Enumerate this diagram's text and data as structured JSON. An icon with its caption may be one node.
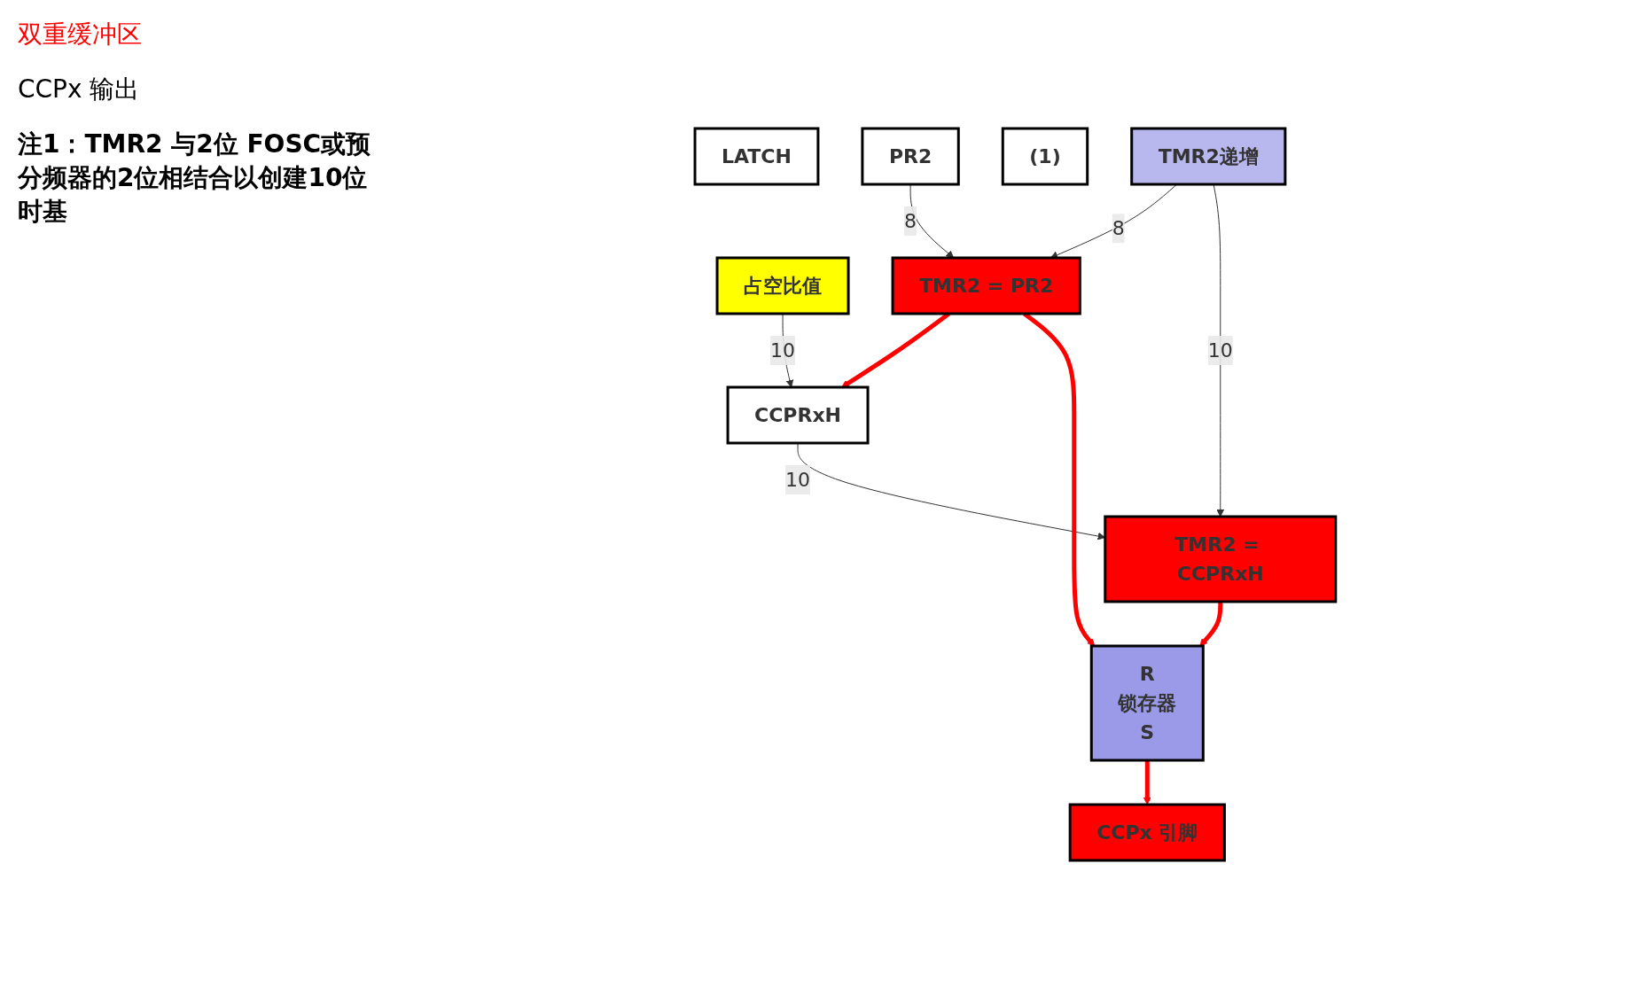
{
  "diagram": {
    "nodes": [
      {
        "text": [
          "占空比值"
        ]
      },
      {
        "text": [
          "CCPRxH"
        ]
      },
      {
        "text": [
          "LATCH"
        ]
      },
      {
        "text": [
          "TMR2 = CCPRxH"
        ]
      },
      {
        "text": [
          "TMR2递增"
        ]
      },
      {
        "text": [
          "(1)"
        ]
      },
      {
        "text": [
          "TMR2 = PR2"
        ]
      },
      {
        "text": [
          "PR2"
        ]
      },
      {
        "text": [
          "R",
          "锁存器",
          "S"
        ]
      },
      {
        "text": [
          "CCPx 引脚"
        ]
      }
    ],
    "edges": [
      {
        "from": 0,
        "to": 1,
        "arrow": "to",
        "label": "10"
      },
      {
        "from": 1,
        "to": 3,
        "arrow": "to",
        "label": "10"
      },
      {
        "from": 4,
        "to": 3,
        "arrow": "to",
        "label": "10"
      },
      {
        "from": 4,
        "to": 6,
        "arrow": "to",
        "label": "8"
      },
      {
        "from": 7,
        "to": 6,
        "arrow": "to",
        "label": "8"
      },
      {
        "from": 3,
        "to": 8,
        "arrow": "to",
        "style": "thick",
        "color": "#ff0000"
      },
      {
        "from": 6,
        "to": 8,
        "arrow": "to",
        "style": "thick",
        "color": "#ff0000"
      },
      {
        "from": 6,
        "to": 1,
        "arrow": "to",
        "style": "thick",
        "color": "#ff0000"
      },
      {
        "from": 8,
        "to": 9,
        "arrow": "to",
        "style": "thick",
        "color": "#ff0000"
      }
    ],
    "labels": [
      "双重缓冲区",
      "CCPx 输出",
      "注1：TMR2 与2位 FOSC或预分频器的2位相结合以创建10位时基"
    ]
  }
}
